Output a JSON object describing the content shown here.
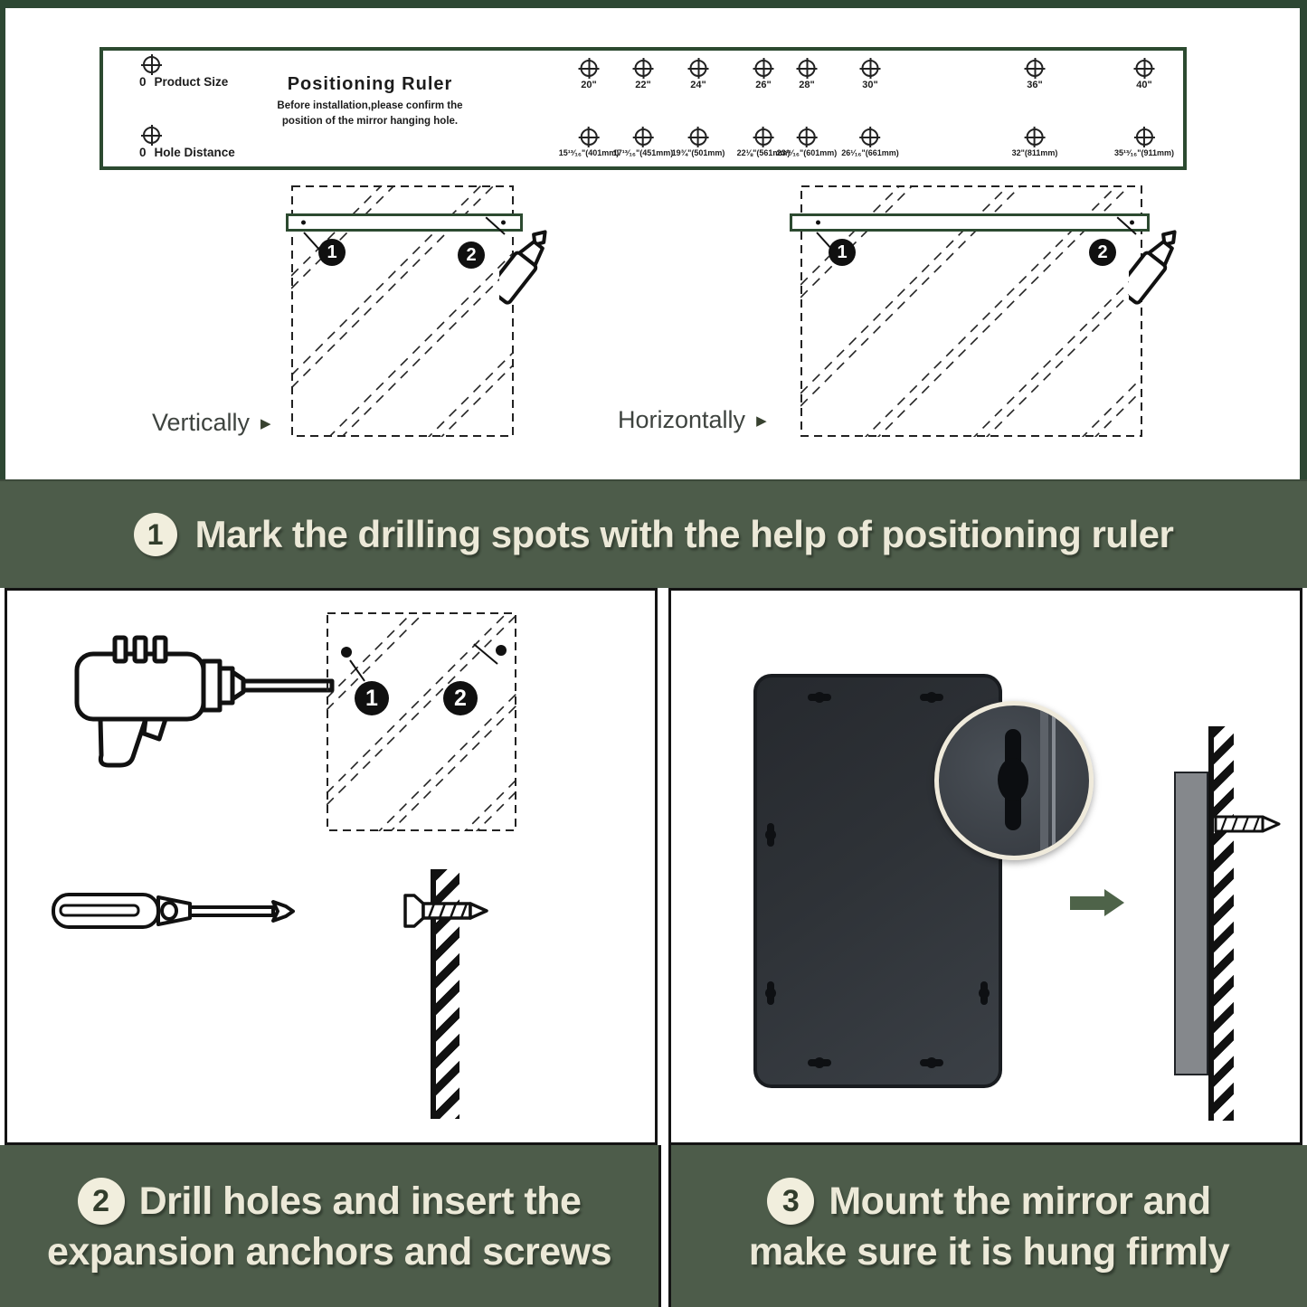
{
  "colors": {
    "frame_green": "#2d4733",
    "banner_green": "#4d5c4a",
    "ruler_green": "#2c4a30",
    "cream_text": "#ece9d8",
    "arrow_green": "#4e6349"
  },
  "ruler": {
    "title": "Positioning Ruler",
    "subtitle_line1": "Before installation,please confirm the",
    "subtitle_line2": "position of the mirror hanging hole.",
    "zero": "0",
    "product_size_label": "Product Size",
    "hole_distance_label": "Hole Distance",
    "size_marks": [
      "20\"",
      "22\"",
      "24\"",
      "26\"",
      "28\"",
      "30\"",
      "36\"",
      "40\""
    ],
    "hole_marks": [
      "15¹³⁄₁₆\"(401mm)",
      "17¹³⁄₁₆\"(451mm)",
      "19¾\"(501mm)",
      "22⅛\"(561mm)",
      "23¹¹⁄₁₆\"(601mm)",
      "26¹⁄₁₆\"(661mm)",
      "32\"(811mm)",
      "35¹³⁄₁₆\"(911mm)"
    ]
  },
  "diagrams": {
    "vertical_label": "Vertically",
    "horizontal_label": "Horizontally",
    "arrow_glyph": "▶",
    "point1": "1",
    "point2": "2"
  },
  "steps": {
    "step1": {
      "num": "1",
      "text": "Mark the drilling spots with the help of positioning ruler"
    },
    "step2": {
      "num": "2",
      "line1": "Drill holes and insert the",
      "line2": "expansion anchors and screws"
    },
    "step3": {
      "num": "3",
      "line1": "Mount the mirror and",
      "line2": "make sure it is hung firmly"
    }
  }
}
